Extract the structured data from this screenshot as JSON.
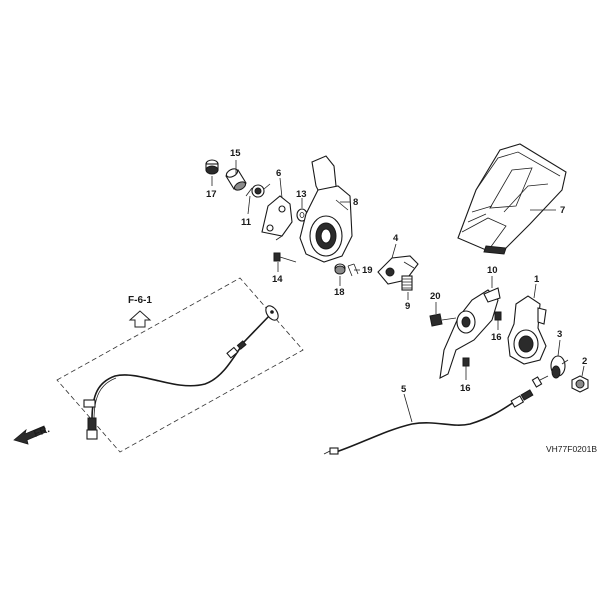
{
  "diagram": {
    "reference_label": "F-6-1",
    "direction_label": "FR.",
    "drawing_code": "VH77F0201B",
    "parts": [
      {
        "no": "1"
      },
      {
        "no": "2"
      },
      {
        "no": "3"
      },
      {
        "no": "4"
      },
      {
        "no": "5"
      },
      {
        "no": "6"
      },
      {
        "no": "7"
      },
      {
        "no": "8"
      },
      {
        "no": "9"
      },
      {
        "no": "10"
      },
      {
        "no": "11"
      },
      {
        "no": "13"
      },
      {
        "no": "14"
      },
      {
        "no": "15"
      },
      {
        "no": "16"
      },
      {
        "no": "16"
      },
      {
        "no": "17"
      },
      {
        "no": "18"
      },
      {
        "no": "19"
      },
      {
        "no": "20"
      }
    ]
  }
}
